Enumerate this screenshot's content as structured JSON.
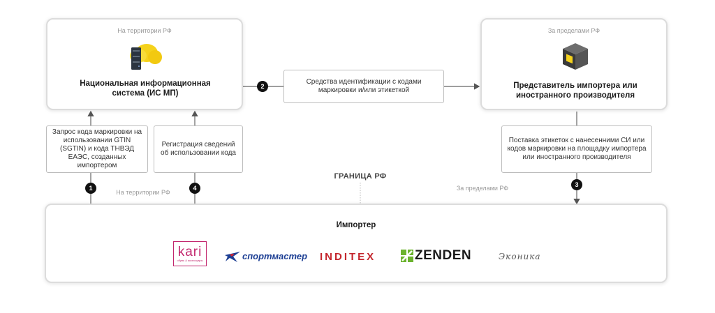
{
  "nodes": {
    "ismp": {
      "region": "На территории РФ",
      "title": "Национальная информационная система (ИС МП)",
      "icon": "cloud-server-icon"
    },
    "rep": {
      "region": "За пределами РФ",
      "title": "Представитель импортера или иностранного производителя",
      "icon": "package-box-icon"
    },
    "importer": {
      "title": "Импортер"
    }
  },
  "steps": {
    "s1": {
      "number": "1",
      "text": "Запрос кода маркировки на использовании GTIN (SGTIN) и кода ТНВЭД ЕАЭС, созданных импортером"
    },
    "s2": {
      "number": "2",
      "text": "Средства идентификации с кодами маркировки и/или этикеткой"
    },
    "s3": {
      "number": "3",
      "text": "Поставка этикеток с нанесенними СИ или кодов маркировки на площадку импортера или иностранного производителя"
    },
    "s4": {
      "number": "4",
      "text": "Регистрация сведений об использовании кода"
    }
  },
  "border": {
    "label": "ГРАНИЦА РФ",
    "left_region": "На территории РФ",
    "right_region": "За пределами РФ"
  },
  "logos": {
    "kari": {
      "name": "kari",
      "tagline": "обувь & аксессуары",
      "color": "#c2266d"
    },
    "sportmaster": {
      "name": "спортмастер",
      "color": "#1d3f94",
      "accent": "#e42229"
    },
    "inditex": {
      "name": "INDITEX",
      "color": "#c4272e"
    },
    "zenden": {
      "name": "ZENDEN",
      "color": "#1a1a1a",
      "accent": "#6bb32e"
    },
    "ekonika": {
      "name": "Эконика",
      "color": "#555555"
    }
  },
  "colors": {
    "accent_yellow": "#f5d21c",
    "server_dark": "#2b3440"
  }
}
